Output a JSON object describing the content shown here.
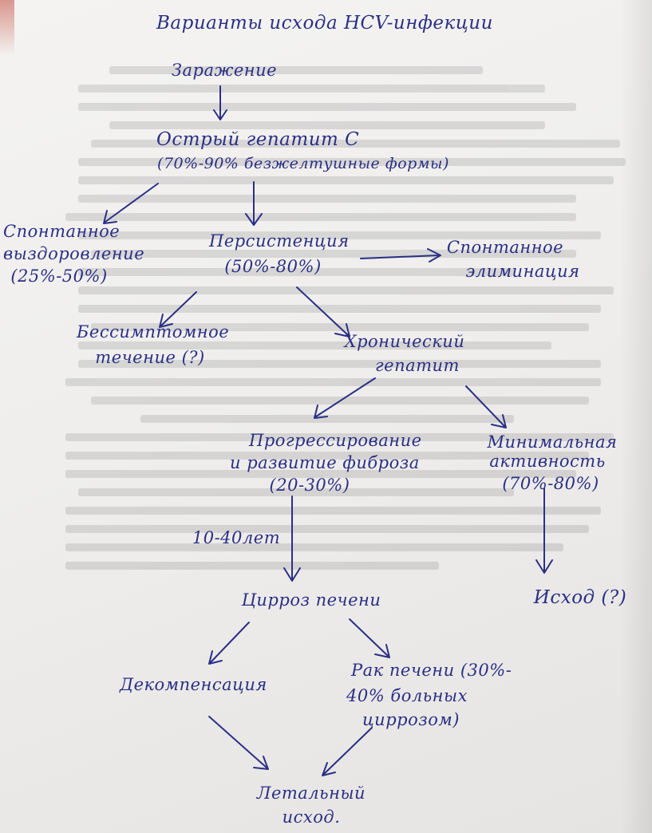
{
  "title": "Варианты исхода HCV-инфекции",
  "nodes": {
    "infection": "Заражение",
    "acute": "Острый гепатит C",
    "acute_note": "(70%-90% безжелтушные формы)",
    "recovery_1": "Спонтанное",
    "recovery_2": "выздоровление",
    "recovery_note": "(25%-50%)",
    "persistence": "Персистенция",
    "persistence_note": "(50%-80%)",
    "elimination_1": "Спонтанное",
    "elimination_2": "элиминация",
    "carrier_1": "Бессимптомное",
    "carrier_2": "течение (?)",
    "chronic_1": "Хронический",
    "chronic_2": "гепатит",
    "progression_1": "Прогрессирование",
    "progression_2": "и развитие фиброза",
    "progression_note": "(20-30%)",
    "minimal_1": "Минимальная",
    "minimal_2": "активность",
    "minimal_note": "(70%-80%)",
    "duration": "10-40лет",
    "cirrhosis": "Цирроз печени",
    "outcome": "Исход (?)",
    "decompensation": "Декомпенсация",
    "cancer_1": "Рак печени (30%-",
    "cancer_2": "40% больных",
    "cancer_3": "циррозом)",
    "lethal_1": "Летальный",
    "lethal_2": "исход."
  },
  "colors": {
    "ink": "#2a2f86",
    "paper": "#f1f0ee"
  }
}
